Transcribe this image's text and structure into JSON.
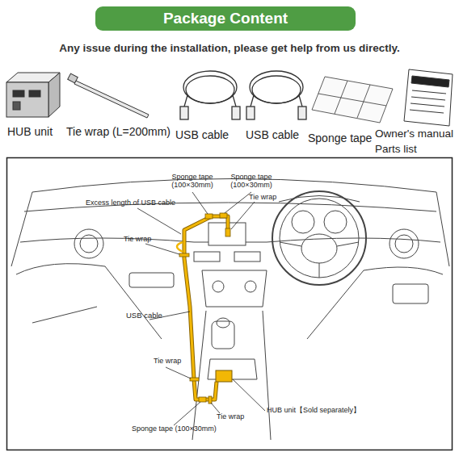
{
  "diagram": {
    "title": "Package Content",
    "labels": [
      "Any issue during the installation, please get help from us directly.",
      "HUB unit",
      "Tie wrap (L=200mm)",
      "USB cable",
      "USB cable",
      "Sponge tape",
      "Owner's manual Parts list",
      "Sponge tape (100×30mm)",
      "Sponge tape (100×30mm)",
      "Tie wrap",
      "Excess length of USB cable",
      "Tie wrap",
      "USB cable",
      "Tie wrap",
      "Tie wrap",
      "HUB unit【Sold separately】",
      "Sponge tape (100×30mm)"
    ]
  }
}
